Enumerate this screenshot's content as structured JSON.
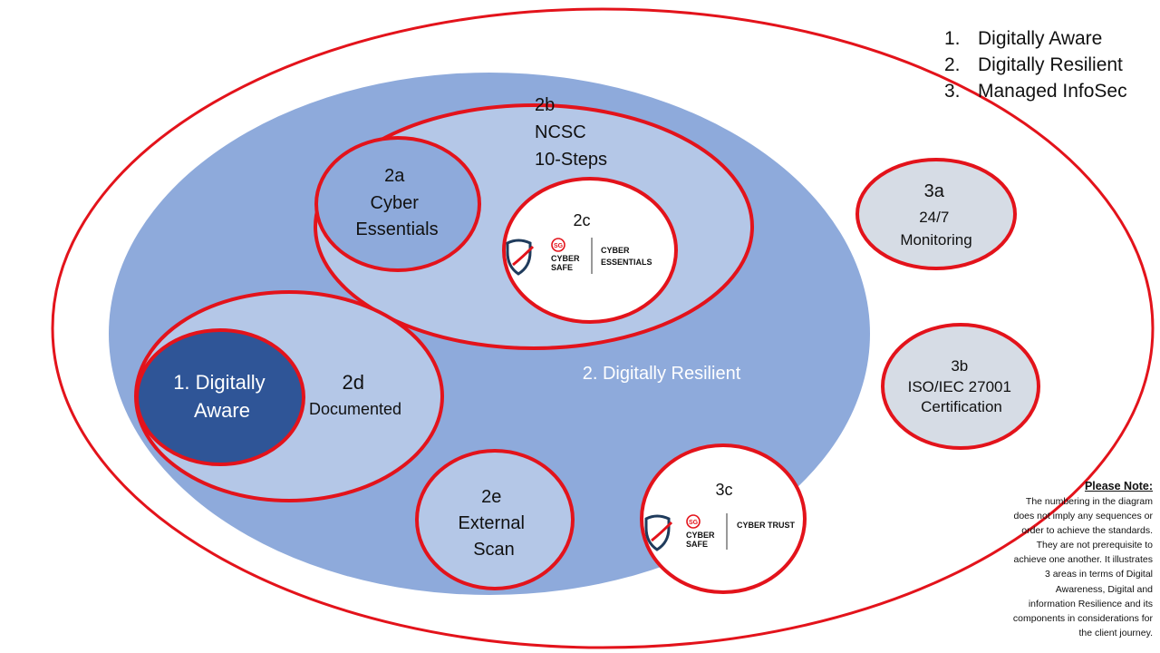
{
  "legend": [
    {
      "num": "1.",
      "text": "Digitally Aware"
    },
    {
      "num": "2.",
      "text": "Digitally Resilient"
    },
    {
      "num": "3.",
      "text": "Managed InfoSec"
    }
  ],
  "regions": {
    "digitally_resilient": "2. Digitally Resilient"
  },
  "nodes": {
    "n2b": {
      "l1": "2b",
      "l2": "NCSC",
      "l3": "10-Steps"
    },
    "n2a": {
      "l1": "2a",
      "l2": "Cyber",
      "l3": "Essentials"
    },
    "n2c": {
      "l1": "2c",
      "badge_mark": "SG",
      "badge_l1": "CYBER",
      "badge_l2": "SAFE",
      "badge_r1": "CYBER",
      "badge_r2": "ESSENTIALS"
    },
    "n1": {
      "l1": "1. Digitally",
      "l2": "Aware"
    },
    "n2d": {
      "l1": "2d",
      "l2": "Documented"
    },
    "n2e": {
      "l1": "2e",
      "l2": "External",
      "l3": "Scan"
    },
    "n3c": {
      "l1": "3c",
      "badge_mark": "SG",
      "badge_l1": "CYBER",
      "badge_l2": "SAFE",
      "badge_r1": "CYBER TRUST"
    },
    "n3a": {
      "l1": "3a",
      "l2": "24/7",
      "l3": "Monitoring"
    },
    "n3b": {
      "l1": "3b",
      "l2": "ISO/IEC 27001",
      "l3": "Certification"
    }
  },
  "note": {
    "title": "Please Note:",
    "lines": [
      "The numbering in the diagram",
      "does not imply any sequences or",
      "order to achieve the standards.",
      "They are not prerequisite to",
      "achieve one another. It illustrates",
      "3 areas in terms of Digital",
      "Awareness, Digital and",
      "information Resilience and its",
      "components in considerations for",
      "the client journey."
    ]
  },
  "colors": {
    "ring_red": "#e3131b",
    "mid_blue": "#8eaadb",
    "light_blue": "#b4c7e7",
    "dark_blue": "#2f5597",
    "grey_fill": "#d6dce5",
    "shield_navy": "#1f3b5c"
  }
}
